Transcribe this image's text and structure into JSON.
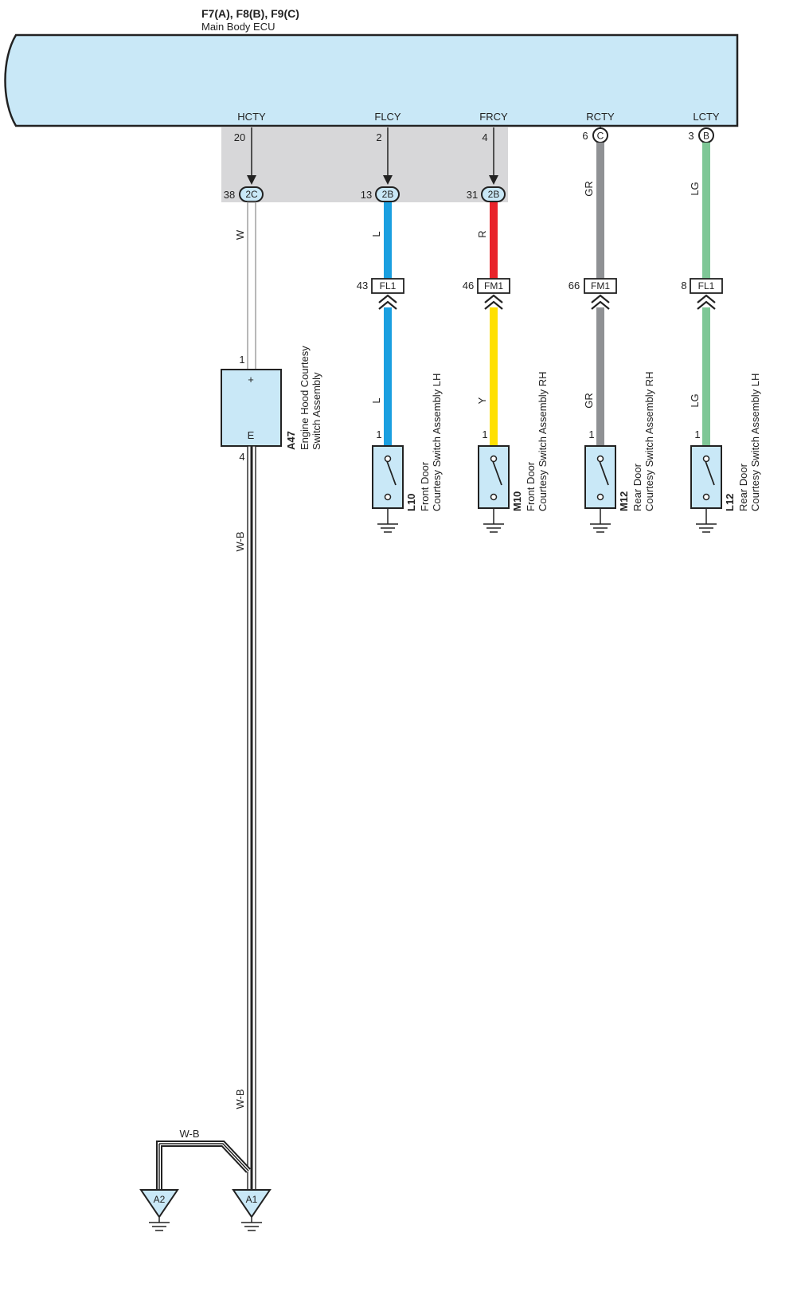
{
  "ecu": {
    "connector_codes": "F7(A), F8(B), F9(C)",
    "name": "Main Body ECU",
    "fill_color": "#c9e8f7"
  },
  "signals": {
    "hcty": "HCTY",
    "flcy": "FLCY",
    "frcy": "FRCY",
    "rcty": "RCTY",
    "lcty": "LCTY"
  },
  "pins": {
    "hcty_ecu": "20",
    "flcy_ecu": "2",
    "frcy_ecu": "4",
    "rcty_ecu": "6",
    "lcty_ecu": "3",
    "hcty_jb": "38",
    "flcy_jb": "13",
    "frcy_jb": "31",
    "flcy_inline": "43",
    "frcy_inline": "46",
    "rcty_inline": "66",
    "lcty_inline": "8",
    "a47_top": "1",
    "a47_bottom": "4",
    "l10": "1",
    "m10": "1",
    "m12": "1",
    "l12": "1"
  },
  "connectors": {
    "jb_hcty": "2C",
    "jb_flcy": "2B",
    "jb_frcy": "2B",
    "ecu_rcty": "C",
    "ecu_lcty": "B",
    "inline_flcy": "FL1",
    "inline_frcy": "FM1",
    "inline_rcty": "FM1",
    "inline_lcty": "FL1"
  },
  "wire_colors": {
    "hcty_upper": "W",
    "hcty_lower": "W-B",
    "hcty_ground": "W-B",
    "ground_branch": "W-B",
    "flcy_upper": "L",
    "flcy_lower": "L",
    "frcy_upper": "R",
    "frcy_lower": "Y",
    "rcty_upper": "GR",
    "rcty_lower": "GR",
    "lcty_upper": "LG",
    "lcty_lower": "LG"
  },
  "wire_hex": {
    "W": "#ffffff",
    "L": "#1a9fe0",
    "R": "#e8232a",
    "Y": "#ffe000",
    "GR": "#8f9194",
    "LG": "#7ec796"
  },
  "components": {
    "a47": {
      "code": "A47",
      "name_line1": "Engine Hood Courtesy",
      "name_line2": "Switch Assembly",
      "plus": "+",
      "minus": "E"
    },
    "l10": {
      "code": "L10",
      "name_line1": "Front Door",
      "name_line2": "Courtesy Switch Assembly LH"
    },
    "m10": {
      "code": "M10",
      "name_line1": "Front Door",
      "name_line2": "Courtesy Switch Assembly RH"
    },
    "m12": {
      "code": "M12",
      "name_line1": "Rear Door",
      "name_line2": "Courtesy Switch Assembly RH"
    },
    "l12": {
      "code": "L12",
      "name_line1": "Rear Door",
      "name_line2": "Courtesy Switch Assembly LH"
    }
  },
  "grounds": {
    "a1": "A1",
    "a2": "A2"
  }
}
